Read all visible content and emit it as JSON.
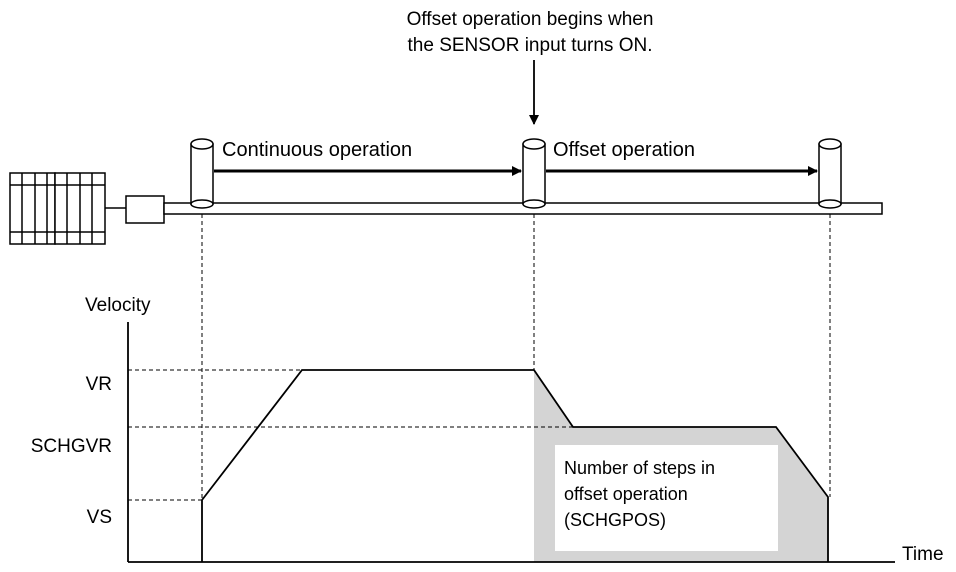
{
  "annotation": {
    "line1": "Offset operation begins when",
    "line2": "the SENSOR input turns ON."
  },
  "phases": {
    "continuous": "Continuous operation",
    "offset": "Offset operation"
  },
  "axes": {
    "y_label": "Velocity",
    "x_label": "Time"
  },
  "levels": {
    "vr": "VR",
    "schgvr": "SCHGVR",
    "vs": "VS"
  },
  "steps_box": {
    "line1": "Number of steps in",
    "line2": "offset operation",
    "line3": "(SCHGPOS)"
  },
  "colors": {
    "ink": "#000000",
    "shade": "#d4d4d4",
    "paper": "#ffffff"
  }
}
